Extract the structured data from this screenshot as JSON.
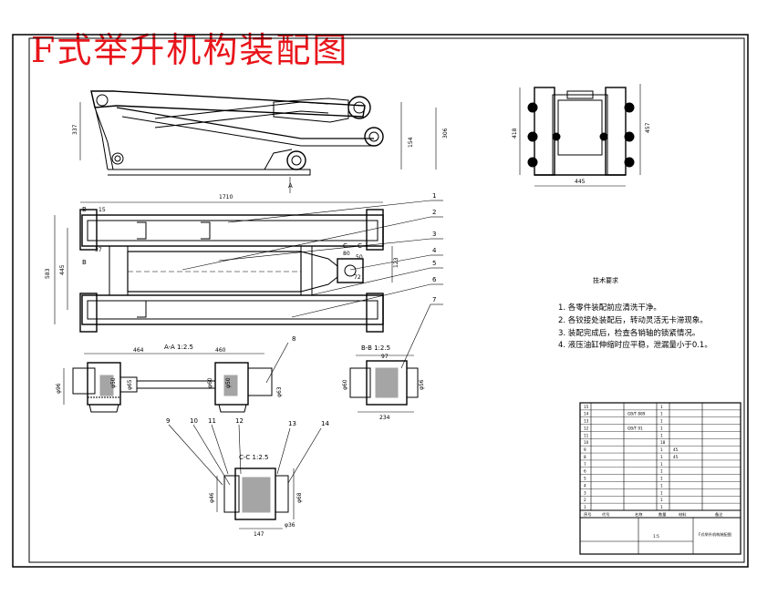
{
  "title": "F式举升机构装配图",
  "colors": {
    "title": "#e8151b",
    "line": "#000000",
    "background": "#ffffff"
  },
  "side_view": {
    "dimensions": {
      "overall_length": "1710",
      "left_height": "337",
      "right_height": "306",
      "pin_height": "154"
    },
    "section_mark": "A"
  },
  "end_view": {
    "dimensions": {
      "height_left": "418",
      "height_right": "457",
      "width": "445"
    }
  },
  "top_view": {
    "dimensions": {
      "length": "1710",
      "left_offset": "15",
      "rod_offset": "37",
      "overall_width": "583",
      "inner_width": "445",
      "cyl_end": "80",
      "cyl_w": "50",
      "cyl_w2": "72",
      "pin_right": "123"
    },
    "section_marks": [
      "B",
      "B",
      "C",
      "C"
    ]
  },
  "callouts": [
    "1",
    "2",
    "3",
    "4",
    "5",
    "6",
    "7",
    "8",
    "9",
    "10",
    "11",
    "12",
    "13",
    "14"
  ],
  "section_aa": {
    "title": "A-A 1:2.5",
    "dimensions": {
      "left": "464",
      "right": "460",
      "h1": "φ96",
      "h2": "φ65",
      "h3": "φ50",
      "h4": "φ60",
      "h5": "φ50",
      "h6": "φ63"
    }
  },
  "section_bb": {
    "title": "B-B 1:2.5",
    "dimensions": {
      "top": "97",
      "left": "φ60",
      "right": "φ56",
      "bottom": "234"
    }
  },
  "section_cc": {
    "title": "C-C 1:2.5",
    "dimensions": {
      "left": "φ46",
      "right": "φ68",
      "bottom": "147",
      "bottom2": "φ36"
    }
  },
  "requirements": {
    "heading": "技术要求",
    "items": [
      "1. 各零件装配前应清洗干净。",
      "2. 各铰接处装配后，转动灵活无卡滞现象。",
      "3. 装配完成后，检查各销轴的锁紧情况。",
      "4. 液压油缸伸缩时应平稳，泄漏量小于0.1。"
    ]
  },
  "parts_list": {
    "rows": [
      [
        "15",
        "",
        "",
        "1",
        "",
        ""
      ],
      [
        "14",
        "",
        "GB/T 889",
        "1",
        "",
        ""
      ],
      [
        "13",
        "",
        "",
        "1",
        "",
        ""
      ],
      [
        "12",
        "",
        "GB/T 91",
        "1",
        "",
        ""
      ],
      [
        "11",
        "",
        "",
        "1",
        "",
        ""
      ],
      [
        "10",
        "",
        "",
        "18",
        "",
        ""
      ],
      [
        "9",
        "",
        "",
        "1",
        "45",
        ""
      ],
      [
        "8",
        "",
        "",
        "1",
        "45",
        ""
      ],
      [
        "7",
        "",
        "",
        "1",
        "",
        ""
      ],
      [
        "6",
        "",
        "",
        "1",
        "",
        ""
      ],
      [
        "5",
        "",
        "",
        "1",
        "",
        ""
      ],
      [
        "4",
        "",
        "",
        "1",
        "",
        ""
      ],
      [
        "3",
        "",
        "",
        "1",
        "",
        ""
      ],
      [
        "2",
        "",
        "",
        "1",
        "",
        ""
      ],
      [
        "1",
        "",
        "",
        "1",
        "",
        ""
      ]
    ],
    "header": [
      "序号",
      "代号",
      "名称",
      "数量",
      "材料",
      "备注"
    ]
  },
  "title_block": {
    "drawing_name": "F式举升机构装配图",
    "scale": "1:5"
  }
}
